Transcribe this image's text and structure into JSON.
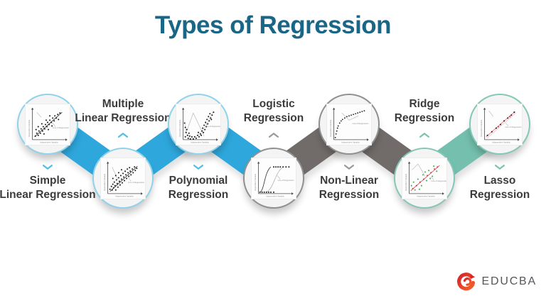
{
  "title": "Types of Regression",
  "items": [
    {
      "line1": "Simple",
      "line2": "Linear Regression",
      "position": "top",
      "theme": "blue"
    },
    {
      "line1": "Multiple",
      "line2": "Linear Regression",
      "position": "bottom",
      "theme": "blue"
    },
    {
      "line1": "Polynomial",
      "line2": "Regression",
      "position": "top",
      "theme": "blue"
    },
    {
      "line1": "Logistic",
      "line2": "Regression",
      "position": "bottom",
      "theme": "gray"
    },
    {
      "line1": "Non-Linear",
      "line2": "Regression",
      "position": "top",
      "theme": "gray"
    },
    {
      "line1": "Ridge",
      "line2": "Regression",
      "position": "bottom",
      "theme": "teal"
    },
    {
      "line1": "Lasso",
      "line2": "Regression",
      "position": "top",
      "theme": "teal"
    }
  ],
  "mini_chart": {
    "y_label": "Dependent Variable",
    "x_label": "Independent Variable",
    "annotation": "Line of Regression"
  },
  "logo": {
    "text": "EDUCBA"
  },
  "colors": {
    "title": "#196687",
    "label": "#3C3C3C",
    "band-blue": "#2EA7DC",
    "band-gray": "#716C6A",
    "band-teal": "#74BFAD",
    "border-blue": "#8FD2EB",
    "border-gray": "#909090",
    "border-teal": "#84C7B6",
    "chev-blue": "#54BFE4",
    "chev-gray": "#9B9B9B",
    "chev-teal": "#7CC4B2",
    "logo-red": "#D8232A",
    "logo-orange": "#F2622B",
    "logo-text": "#55565A"
  }
}
